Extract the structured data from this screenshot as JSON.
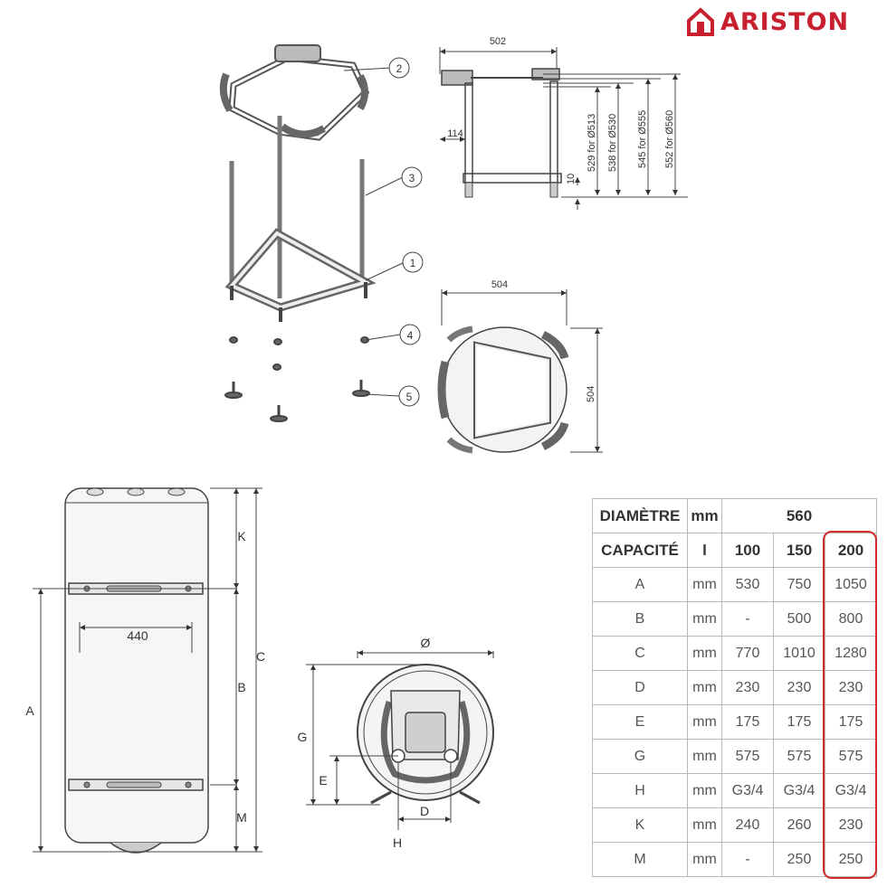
{
  "brand": {
    "name": "ARISTON",
    "color": "#c8202f",
    "icon": "house-logo-icon"
  },
  "kit": {
    "callouts": [
      "2",
      "3",
      "1",
      "4",
      "5"
    ],
    "side_dims": {
      "width": "502",
      "offset": "114",
      "foot": "10",
      "heights": [
        "529 for Ø513",
        "538 for Ø530",
        "545 for Ø555",
        "552 for Ø560"
      ]
    },
    "top_dims": {
      "width": "504",
      "depth": "504"
    }
  },
  "heater": {
    "bracket_spacing": "440",
    "letters": {
      "A": "A",
      "B": "B",
      "C": "C",
      "K": "K",
      "M": "M"
    }
  },
  "bottom_view": {
    "diameter": "Ø",
    "letters": {
      "G": "G",
      "E": "E",
      "D": "D",
      "H": "H"
    }
  },
  "table": {
    "diameter_label": "DIAMÈTRE",
    "diameter_unit": "mm",
    "diameter_value": "560",
    "capacity_label": "CAPACITÉ",
    "capacity_unit": "l",
    "capacities": [
      "100",
      "150",
      "200"
    ],
    "highlight_color": "#d42a2a",
    "rows": [
      {
        "label": "A",
        "unit": "mm",
        "values": [
          "530",
          "750",
          "1050"
        ]
      },
      {
        "label": "B",
        "unit": "mm",
        "values": [
          "-",
          "500",
          "800"
        ]
      },
      {
        "label": "C",
        "unit": "mm",
        "values": [
          "770",
          "1010",
          "1280"
        ]
      },
      {
        "label": "D",
        "unit": "mm",
        "values": [
          "230",
          "230",
          "230"
        ]
      },
      {
        "label": "E",
        "unit": "mm",
        "values": [
          "175",
          "175",
          "175"
        ]
      },
      {
        "label": "G",
        "unit": "mm",
        "values": [
          "575",
          "575",
          "575"
        ]
      },
      {
        "label": "H",
        "unit": "mm",
        "values": [
          "G3/4",
          "G3/4",
          "G3/4"
        ]
      },
      {
        "label": "K",
        "unit": "mm",
        "values": [
          "240",
          "260",
          "230"
        ]
      },
      {
        "label": "M",
        "unit": "mm",
        "values": [
          "-",
          "250",
          "250"
        ]
      }
    ]
  }
}
